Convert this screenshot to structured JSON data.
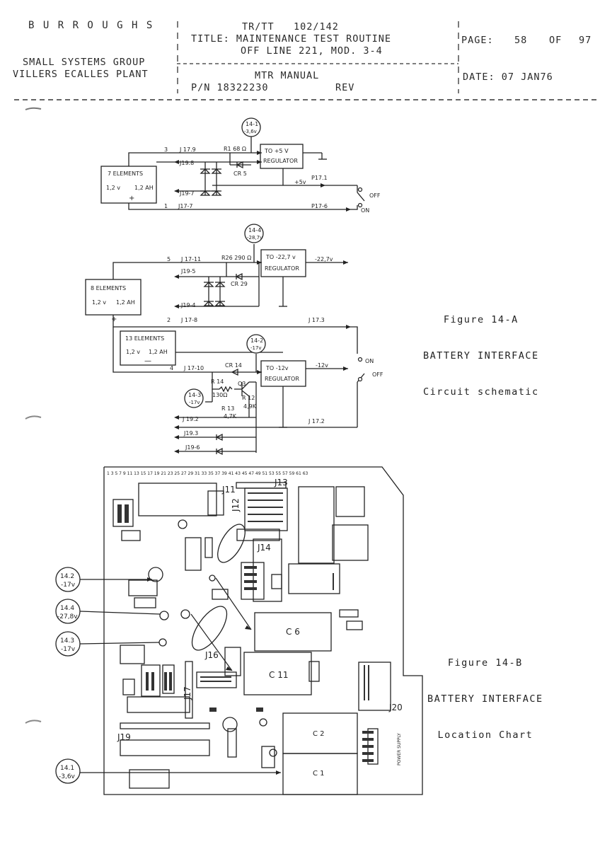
{
  "header": {
    "company": "B U R R O U G H S",
    "group_line1": "SMALL SYSTEMS GROUP",
    "group_line2": "VILLERS ECALLES PLANT",
    "doc_code": "TR/TT   102/142",
    "title_line1": "TITLE: MAINTENANCE TEST ROUTINE",
    "title_line2": "OFF LINE 221, MOD. 3-4",
    "manual": "MTR MANUAL",
    "part_number": "P/N 18322230",
    "rev": "REV",
    "page_label": "PAGE:",
    "page_number": "58",
    "page_of": "OF",
    "page_total": "97",
    "date": "DATE: 07 JAN76"
  },
  "fig_a": {
    "caption_line1": "Figure 14-A",
    "caption_line2": "BATTERY INTERFACE",
    "caption_line3": "Circuit schematic",
    "tp_141": "14-1",
    "tp_141_v": "-3,6v",
    "tp_144": "14-4",
    "tp_144_v": "-28,7v",
    "tp_142": "14-2",
    "tp_142_v": "-17v",
    "tp_143": "14-3",
    "tp_143_v": "-17v",
    "bat1_title": "7 ELEMENTS",
    "bat1_v": "1,2 v",
    "bat1_ah": "1,2 AH",
    "bat2_title": "8 ELEMENTS",
    "bat2_v": "1,2 v",
    "bat2_ah": "1,2 AH",
    "bat3_title": "13 ELEMENTS",
    "bat3_v": "1,2 v",
    "bat3_ah": "1,2 AH",
    "reg1_a": "TO  +5 V",
    "reg1_b": "REGULATOR",
    "reg2_a": "TO  -22,7 v",
    "reg2_b": "REGULATOR",
    "reg3_a": "TO  -12v",
    "reg3_b": "REGULATOR",
    "out1": "+5v",
    "out2": "-22,7v",
    "out3": "-12v",
    "j179": "J 17.9",
    "j198": "J19.8",
    "j197": "J19-7",
    "j177": "J17-7",
    "j1711": "J 17-11",
    "j195": "J19-5",
    "j194": "J19-4",
    "j178": "J 17-8",
    "j1710": "J 17-10",
    "j192": "J 19.2",
    "j193": "J19.3",
    "j196": "J19-6",
    "p171": "P17.1",
    "p176": "P17-6",
    "j173": "J 17.3",
    "j172": "J 17.2",
    "r1": "R1  68 Ω",
    "cr5": "CR 5",
    "r26": "R26  290 Ω",
    "cr29": "CR 29",
    "cr14": "CR 14",
    "r14": "R 14",
    "r14v": "130Ω",
    "q3": "Q3",
    "r12": "R 12",
    "r12v": "4,9K",
    "r13": "R 13",
    "r13v": "4,7K",
    "pin3": "3",
    "pin1": "1",
    "pin5": "5",
    "pin2": "2",
    "pin4": "4",
    "off": "OFF",
    "on": "ON",
    "plus": "+",
    "minus": "—"
  },
  "fig_b": {
    "caption_line1": "Figure 14-B",
    "caption_line2": "BATTERY INTERFACE",
    "caption_line3": "Location Chart",
    "tp_142": "14.2",
    "tp_142_v": "-17v",
    "tp_144": "14.4",
    "tp_144_v": "-27,8v",
    "tp_143": "14.3",
    "tp_143_v": "-17v",
    "tp_141": "14.1",
    "tp_141_v": "-3,6v",
    "j11": "J11",
    "j12": "J12",
    "j13": "J13",
    "j14": "J14",
    "j16": "J16",
    "j17": "J17",
    "j19": "J19",
    "j20": "J20",
    "c1": "C 1",
    "c2": "C 2",
    "c6": "C 6",
    "c11": "C 11",
    "power_supply": "POWER SUPPLY"
  }
}
